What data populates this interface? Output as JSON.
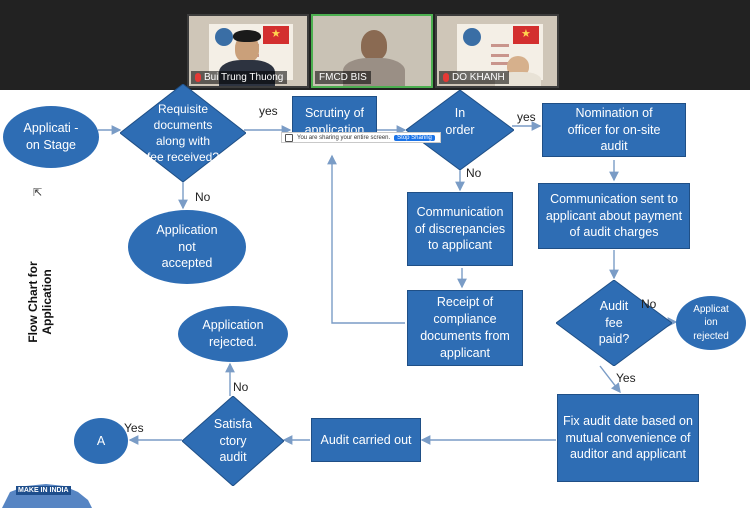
{
  "participants": [
    {
      "name": "Bui Trung Thuong",
      "muted": true
    },
    {
      "name": "FMCD BIS",
      "muted": false
    },
    {
      "name": "DO KHANH",
      "muted": true
    }
  ],
  "screen_share": {
    "message": "You are sharing your entire screen.",
    "stop_label": "Stop Sharing"
  },
  "slide": {
    "title": "Flow Chart for Application",
    "nodes": {
      "stage": "Applicati -on Stage",
      "requisite": "Requisite documents along with fee received?",
      "not_accepted": "Application not accepted",
      "scrutiny": "Scrutiny of application",
      "in_order": "In order",
      "discrepancies": "Communication of discrepancies to applicant",
      "compliance": "Receipt of compliance documents from applicant",
      "nomination": "Nomination of officer for on-site audit",
      "payment": "Communication sent to applicant about payment of audit charges",
      "fee_paid": "Audit fee paid?",
      "app_rejected_small": "Applicat ion rejected",
      "fix_date": "Fix audit date based on mutual convenience of auditor and applicant",
      "carried_out": "Audit carried out",
      "satisfactory": "Satisfa ctory audit",
      "rejected": "Application rejected.",
      "a": "A"
    },
    "edge_labels": {
      "yes1": "yes",
      "no1": "No",
      "yes2": "yes",
      "no2": "No",
      "no3": "No",
      "yes3": "Yes",
      "no4": "No",
      "yes4": "Yes"
    }
  },
  "watermark": "MAKE IN INDIA",
  "colors": {
    "node": "#2e6db4",
    "node_border": "#1f4f86",
    "arrow": "#7a9cc6",
    "meeting_bar": "#222222",
    "active_speaker": "#4caf50"
  }
}
